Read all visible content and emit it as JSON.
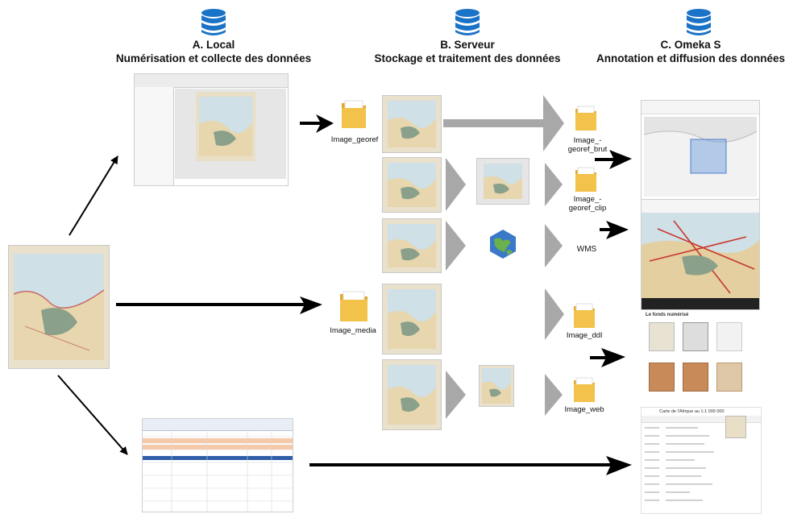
{
  "columns": {
    "local": {
      "title": "A. Local",
      "subtitle": "Numérisation et collecte des données"
    },
    "server": {
      "title": "B. Serveur",
      "subtitle": "Stockage et traitement des données"
    },
    "omeka": {
      "title": "C. Omeka S",
      "subtitle": "Annotation et diffusion des données"
    }
  },
  "folders": {
    "image_georef": "Image_georef",
    "image_media": "Image_media",
    "image_georef_brut": [
      "Image_-",
      "georef_brut"
    ],
    "image_georef_clip": [
      "Image_-",
      "georef_clip"
    ],
    "wms": "WMS",
    "image_ddl": "Image_ddl",
    "image_web": "Image_web"
  },
  "omeka_panels": {
    "gallery_title": "Le fonds numérisé",
    "item_title": "Carte de l'Afrique au 1:1 000 000"
  },
  "colors": {
    "database": "#1a73c7",
    "folder": "#f2c24a",
    "grey_arrow": "#a8a8a8",
    "black_arrow": "#000000"
  }
}
